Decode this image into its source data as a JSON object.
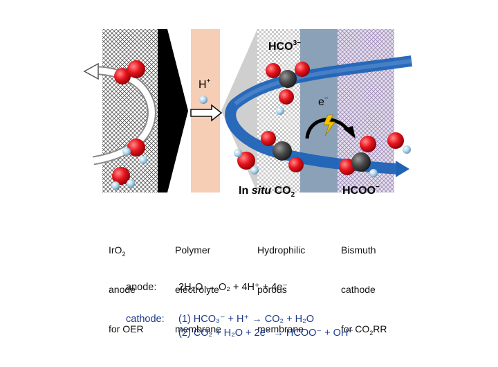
{
  "diagram": {
    "labels": {
      "bicarbonate": "HCO",
      "bicarbonate_sup": "3−",
      "proton": "H",
      "proton_sup": "+",
      "electron": "e",
      "electron_sup": "−",
      "in_situ_prefix": "In",
      "in_situ_italic": "situ",
      "in_situ_suffix": "CO",
      "in_situ_sub": "2",
      "formate": "HCOO",
      "formate_sup": "−"
    },
    "colors": {
      "oxygen": "#e8141c",
      "carbon": "#4a4a4a",
      "hydrogen": "#a9cfe6",
      "membrane": "#f6cdb5",
      "anode_catalyst": "#000000",
      "flow_arrow": "#1f63b7",
      "cathode_panel": "#8aa1b8",
      "bismuth_hatch": "#c8b8d8",
      "lightning": "#f5c400"
    }
  },
  "columns": [
    {
      "line1": "IrO",
      "line1_sub": "2",
      "line2": "anode",
      "line3": "for OER"
    },
    {
      "line1": "Polymer",
      "line2": "electrolyte",
      "line3": "membrane"
    },
    {
      "line1": "Hydrophilic",
      "line2": "porous",
      "line3": "membrane"
    },
    {
      "line1": "Bismuth",
      "line2": "cathode",
      "line3": "for CO",
      "line3_sub": "2",
      "line3_tail": "RR"
    }
  ],
  "equations": {
    "anode_label": "anode:",
    "anode_eq": "2H₂O → O₂ + 4H⁺ + 4e⁻",
    "cathode_label": "cathode:",
    "cathode_eq1": "(1) HCO₃⁻ + H⁺ → CO₂ + H₂O",
    "cathode_eq2": "(2) CO₂ + H₂O + 2e⁻ → HCOO⁻ + OH⁻"
  }
}
